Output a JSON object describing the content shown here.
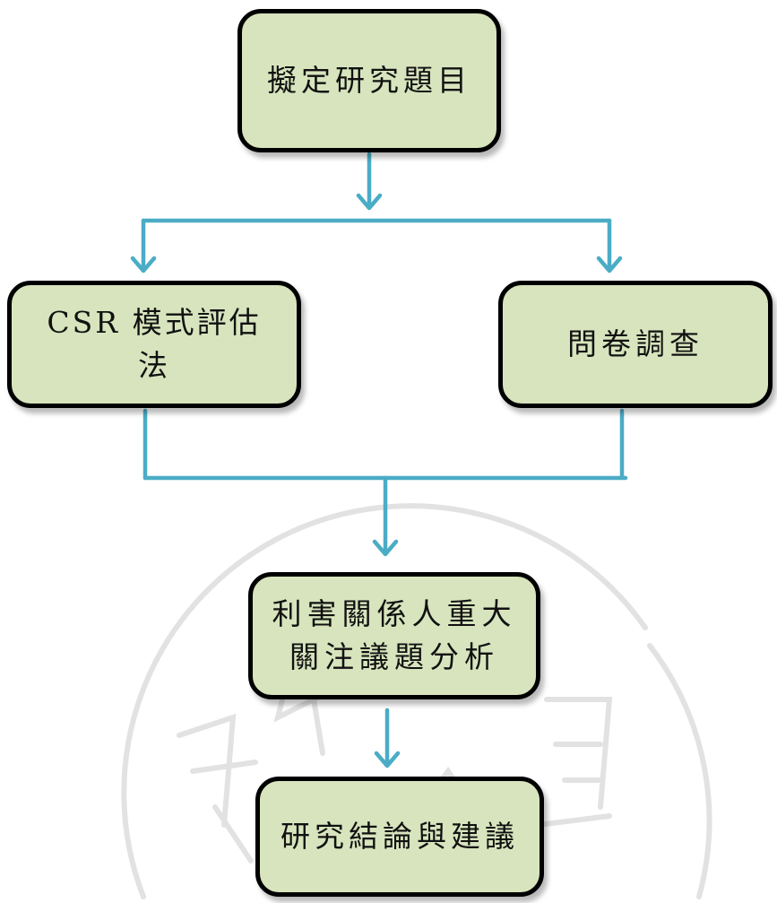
{
  "diagram": {
    "nodes": {
      "topic": "擬定研究題目",
      "csr": "CSR 模式評估\n法",
      "survey": "問卷調查",
      "stakeholder": "利害關係人重大\n關注議題分析",
      "conclusion": "研究結論與建議"
    },
    "colors": {
      "box_fill": "#d7e4bd",
      "box_border": "#000000",
      "connector": "#4bacc6",
      "watermark": "#e2e2e2"
    }
  }
}
